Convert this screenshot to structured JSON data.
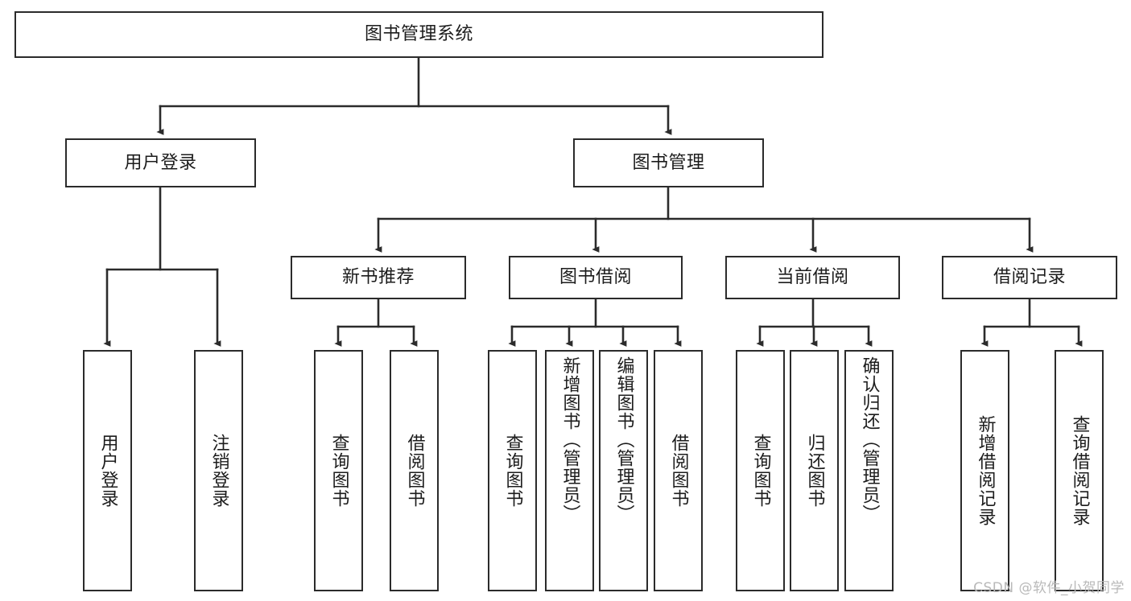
{
  "diagram": {
    "type": "tree",
    "title": "图书管理系统",
    "orientation": "top-down",
    "root": {
      "label": "图书管理系统",
      "children": [
        {
          "label": "用户登录",
          "children": [
            {
              "label": "用户登录"
            },
            {
              "label": "注销登录"
            }
          ]
        },
        {
          "label": "图书管理",
          "children": [
            {
              "label": "新书推荐",
              "children": [
                {
                  "label": "查询图书"
                },
                {
                  "label": "借阅图书"
                }
              ]
            },
            {
              "label": "图书借阅",
              "children": [
                {
                  "label": "查询图书"
                },
                {
                  "label": "新增图书（管理员）"
                },
                {
                  "label": "编辑图书（管理员）"
                },
                {
                  "label": "借阅图书"
                }
              ]
            },
            {
              "label": "当前借阅",
              "children": [
                {
                  "label": "查询图书"
                },
                {
                  "label": "归还图书"
                },
                {
                  "label": "确认归还（管理员）"
                }
              ]
            },
            {
              "label": "借阅记录",
              "children": [
                {
                  "label": "新增借阅记录"
                },
                {
                  "label": "查询借阅记录"
                }
              ]
            }
          ]
        }
      ]
    }
  },
  "nodes": {
    "root": "图书管理系统",
    "l1": {
      "user_login": "用户登录",
      "book_manage": "图书管理"
    },
    "l2": {
      "new_book_rec": "新书推荐",
      "book_borrow": "图书借阅",
      "current_borrow": "当前借阅",
      "borrow_record": "借阅记录"
    },
    "leaves": {
      "user_login": "用户登录",
      "logout": "注销登录",
      "rec_query_book": "查询图书",
      "rec_borrow_book": "借阅图书",
      "bb_query_book": "查询图书",
      "bb_add_book": "新增图书（管理员）",
      "bb_edit_book": "编辑图书（管理员）",
      "bb_borrow_book": "借阅图书",
      "cb_query_book": "查询图书",
      "cb_return_book": "归还图书",
      "cb_confirm_return": "确认归还（管理员）",
      "br_add_record": "新增借阅记录",
      "br_query_record": "查询借阅记录"
    }
  },
  "watermark": {
    "text": "CSDN @软件_小贺同学"
  },
  "colors": {
    "line": "#2b2b2b",
    "box_fill": "#ffffff",
    "text": "#1c1c1c",
    "background": "#ffffff",
    "watermark": "#b9b9b9"
  }
}
